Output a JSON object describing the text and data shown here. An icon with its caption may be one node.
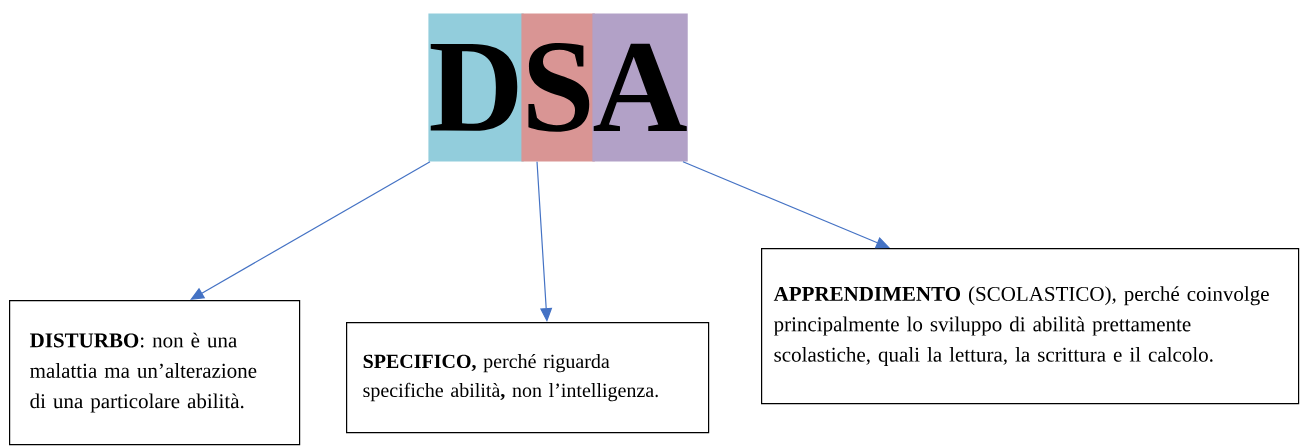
{
  "diagram": {
    "nodes": [
      {
        "text": [
          "D"
        ]
      },
      {
        "text": [
          "S"
        ]
      },
      {
        "text": [
          "A"
        ]
      },
      {
        "text": [
          "**DISTURBO**: non è una malattia ma un’alterazione di una particolare abilità."
        ]
      },
      {
        "text": [
          "**SPECIFICO,** perché riguarda specifiche abilità**,** non l’intelligenza."
        ]
      },
      {
        "text": [
          "**APPRENDIMENTO** (SCOLASTICO), perché coinvolge principalmente lo sviluppo di abilità prettamente scolastiche, quali la lettura, la scrittura e il calcolo."
        ]
      }
    ],
    "edges": [
      {
        "from": 0,
        "to": 3,
        "arrow": "to"
      },
      {
        "from": 1,
        "to": 4,
        "arrow": "to"
      },
      {
        "from": 2,
        "to": 5,
        "arrow": "to"
      }
    ]
  }
}
